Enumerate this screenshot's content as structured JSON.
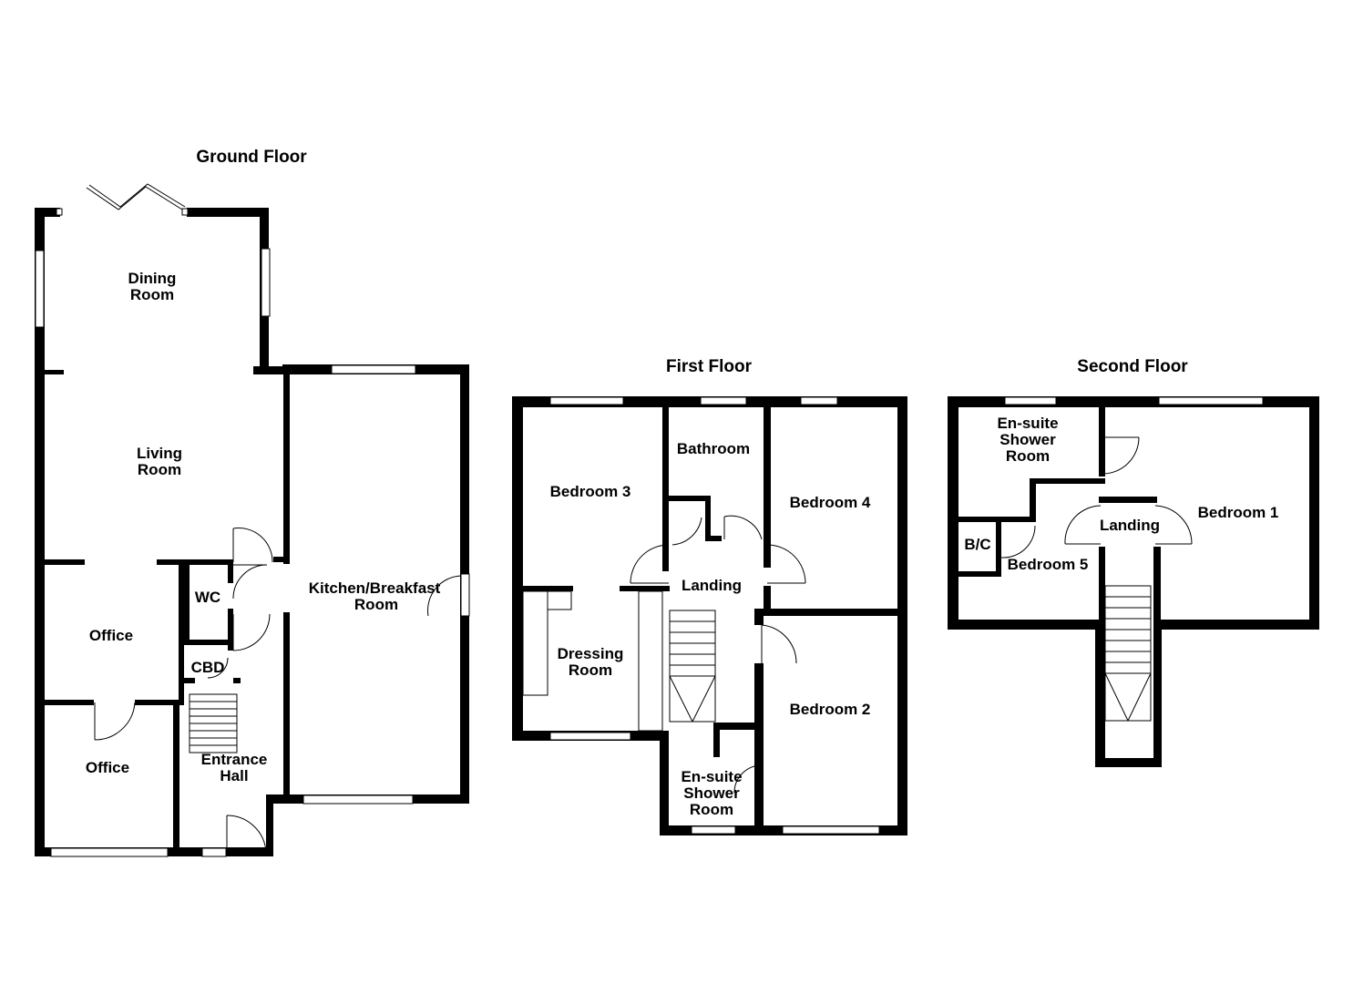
{
  "floors": [
    {
      "title": "Ground Floor",
      "rooms": [
        "Dining Room",
        "Living Room",
        "Kitchen/Breakfast Room",
        "WC",
        "Office",
        "CBD",
        "Office",
        "Entrance Hall"
      ]
    },
    {
      "title": "First Floor",
      "rooms": [
        "Bathroom",
        "Bedroom 3",
        "Bedroom 4",
        "Landing",
        "Dressing Room",
        "Bedroom 2",
        "En-suite Shower Room"
      ]
    },
    {
      "title": "Second Floor",
      "rooms": [
        "En-suite Shower Room",
        "Bedroom 1",
        "Landing",
        "B/C",
        "Bedroom 5"
      ]
    }
  ]
}
